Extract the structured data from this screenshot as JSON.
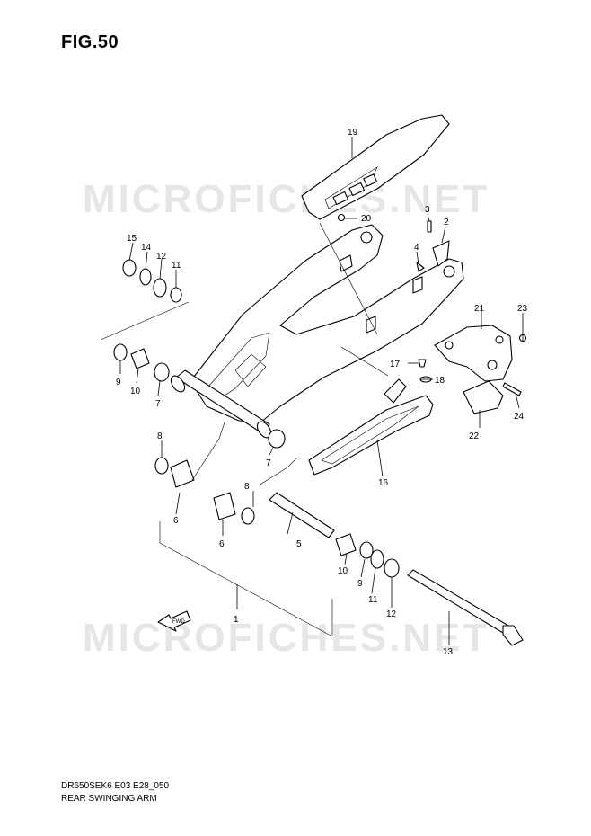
{
  "figure": {
    "title": "FIG.50",
    "watermark": "MICROFICHES.NET",
    "fwd_label": "FWD"
  },
  "callouts": {
    "p1": "1",
    "p2": "2",
    "p3": "3",
    "p4": "4",
    "p5": "5",
    "p6a": "6",
    "p6b": "6",
    "p7a": "7",
    "p7b": "7",
    "p8a": "8",
    "p8b": "8",
    "p9a": "9",
    "p9b": "9",
    "p10a": "10",
    "p10b": "10",
    "p11a": "11",
    "p11b": "11",
    "p12a": "12",
    "p12b": "12",
    "p13": "13",
    "p14": "14",
    "p15": "15",
    "p16": "16",
    "p17": "17",
    "p18": "18",
    "p19": "19",
    "p20": "20",
    "p21": "21",
    "p22": "22",
    "p23": "23",
    "p24": "24"
  },
  "footer": {
    "code": "DR650SEK6 E03 E28_050",
    "caption": "REAR SWINGING ARM"
  },
  "colors": {
    "line": "#000000",
    "watermark": "#e6e6e6",
    "background": "#ffffff"
  }
}
